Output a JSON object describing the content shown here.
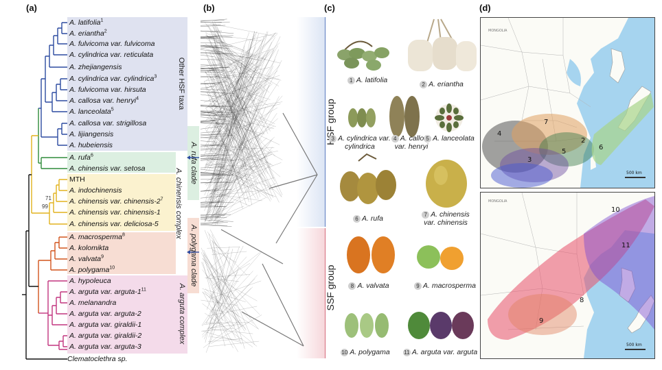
{
  "panels": {
    "a": "(a)",
    "b": "(b)",
    "c": "(c)",
    "d": "(d)"
  },
  "taxa": [
    {
      "name": "A. latifolia",
      "sup": "1"
    },
    {
      "name": "A. eriantha",
      "sup": "2"
    },
    {
      "name": "A. fulvicoma var. fulvicoma",
      "sup": ""
    },
    {
      "name": "A. cylindrica var. reticulata",
      "sup": ""
    },
    {
      "name": "A. zhejiangensis",
      "sup": ""
    },
    {
      "name": "A. cylindrica var. cylindrica",
      "sup": "3"
    },
    {
      "name": "A. fulvicoma var. hirsuta",
      "sup": ""
    },
    {
      "name": "A. callosa var. henryi",
      "sup": "4"
    },
    {
      "name": "A. lanceolata",
      "sup": "5"
    },
    {
      "name": "A. callosa var. strigillosa",
      "sup": ""
    },
    {
      "name": "A. lijiangensis",
      "sup": ""
    },
    {
      "name": "A. hubeiensis",
      "sup": ""
    },
    {
      "name": "A. rufa",
      "sup": "6"
    },
    {
      "name": "A. chinensis var. setosa",
      "sup": ""
    },
    {
      "name": "MTH",
      "sup": ""
    },
    {
      "name": "A. indochinensis",
      "sup": ""
    },
    {
      "name": "A. chinensis var. chinensis-2",
      "sup": "7"
    },
    {
      "name": "A. chinensis var. chinensis-1",
      "sup": ""
    },
    {
      "name": "A. chinensis var. deliciosa-5",
      "sup": ""
    },
    {
      "name": "A. macrosperma",
      "sup": "8"
    },
    {
      "name": "A. kolomikta",
      "sup": ""
    },
    {
      "name": "A. valvata",
      "sup": "9"
    },
    {
      "name": "A. polygama",
      "sup": "10"
    },
    {
      "name": "A. hypoleuca",
      "sup": ""
    },
    {
      "name": "A. arguta var. arguta-1",
      "sup": "11"
    },
    {
      "name": "A. melanandra",
      "sup": ""
    },
    {
      "name": "A. arguta var. arguta-2",
      "sup": ""
    },
    {
      "name": "A. arguta var. giraldii-1",
      "sup": ""
    },
    {
      "name": "A. arguta var. giraldii-2",
      "sup": ""
    },
    {
      "name": "A. arguta var. arguta-3",
      "sup": ""
    },
    {
      "name": "Clematoclethra sp.",
      "sup": ""
    }
  ],
  "bootstrap": {
    "b1": "71",
    "b2": "99"
  },
  "groups": {
    "other_hsf": "Other HSF taxa",
    "rufa": "A. rufa clade",
    "chinensis": "A. chinensis complex",
    "polygama": "A. polygama clade",
    "arguta": "A. arguta complex",
    "hsf": "HSF group",
    "ssf": "SSF group"
  },
  "fruits": [
    {
      "n": "1",
      "label": "A. latifolia"
    },
    {
      "n": "2",
      "label": "A. eriantha"
    },
    {
      "n": "3",
      "label": "A. cylindrica var. cylindrica"
    },
    {
      "n": "4",
      "label": "A. callosa var. henryi"
    },
    {
      "n": "5",
      "label": "A. lanceolata"
    },
    {
      "n": "6",
      "label": "A. rufa"
    },
    {
      "n": "7",
      "label": "A. chinensis var. chinensis"
    },
    {
      "n": "8",
      "label": "A. valvata"
    },
    {
      "n": "9",
      "label": "A. macrosperma"
    },
    {
      "n": "10",
      "label": "A. polygama"
    },
    {
      "n": "11",
      "label": "A. arguta var. arguta"
    }
  ],
  "map": {
    "mongolia": "MONGOLIA",
    "scale": "500 km",
    "top_regions": [
      "4",
      "7",
      "3",
      "5",
      "2",
      "6"
    ],
    "bottom_regions": [
      "10",
      "11",
      "8",
      "9"
    ]
  },
  "colors": {
    "blue": "#2b4aa0",
    "green": "#2e8b3a",
    "yellow": "#e2b21d",
    "orange": "#d2541c",
    "magenta": "#c2347e",
    "band_other": "#dfe2f0",
    "band_rufa": "#dcefe1",
    "band_chin": "#fbf2cf",
    "band_poly": "#f7ddd3",
    "band_arg": "#f4dbea"
  }
}
